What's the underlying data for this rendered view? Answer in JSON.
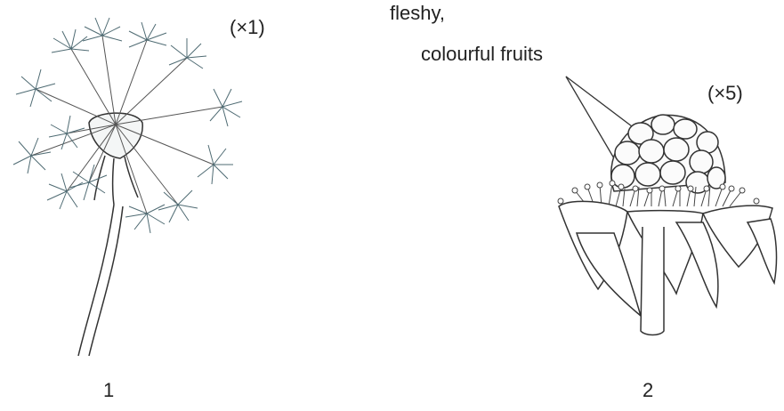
{
  "figure": {
    "specimen_1": {
      "number": "1",
      "magnification": "(×1)"
    },
    "specimen_2": {
      "number": "2",
      "magnification": "(×5)",
      "annotation_line1": "fleshy,",
      "annotation_line2": "colourful fruits"
    }
  }
}
